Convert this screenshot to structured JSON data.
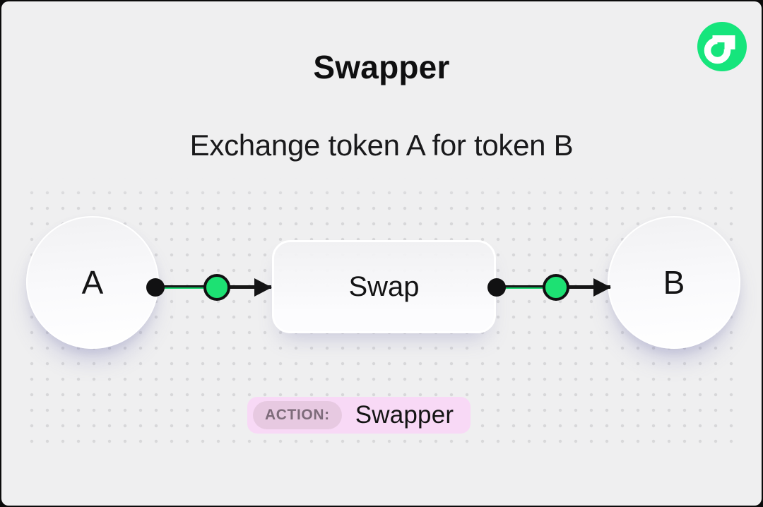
{
  "window": {
    "background": "#efeff0",
    "frame_border_color": "#0b0b0b"
  },
  "brand": {
    "logo_icon": "flow-logo",
    "green": "#16e57c"
  },
  "header": {
    "title": "Swapper",
    "subtitle": "Exchange token A for token B"
  },
  "diagram": {
    "nodes": [
      {
        "id": "token-a",
        "label": "A",
        "shape": "circle"
      },
      {
        "id": "swap",
        "label": "Swap",
        "shape": "rounded-box"
      },
      {
        "id": "token-b",
        "label": "B",
        "shape": "circle"
      }
    ],
    "connectors": [
      {
        "from": "token-a",
        "to": "swap",
        "style": "dot-greenNode-arrow"
      },
      {
        "from": "swap",
        "to": "token-b",
        "style": "dot-greenNode-arrow"
      }
    ],
    "accent_green": "#1de173",
    "connector_color": "#151515",
    "dot_grid_color": "#d7d7d9"
  },
  "action_badge": {
    "label": "ACTION:",
    "value": "Swapper",
    "background": "#f8d9f6",
    "label_background": "#e7c9e1",
    "label_color": "#7d6b7a"
  }
}
